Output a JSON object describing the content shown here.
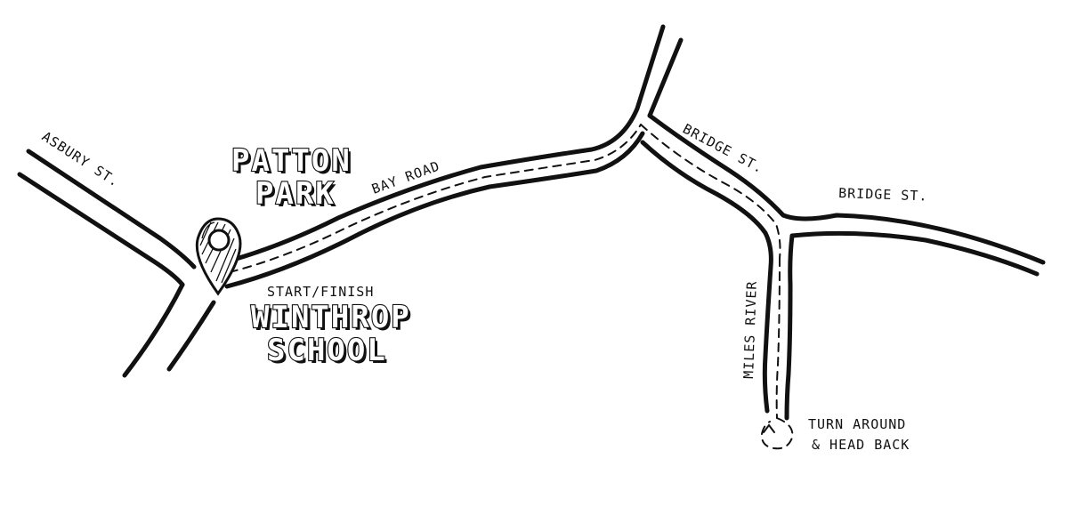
{
  "map": {
    "streets": {
      "asbury": "ASBURY ST.",
      "bay_road": "BAY ROAD",
      "bridge_upper": "BRIDGE ST.",
      "bridge_right": "BRIDGE ST.",
      "miles_river": "MILES RIVER"
    },
    "landmarks": {
      "park_line1": "PATTON",
      "park_line2": "PARK",
      "school_line1": "WINTHROP",
      "school_line2": "SCHOOL"
    },
    "notes": {
      "start_finish": "START/FINISH",
      "turn_line1": "TURN AROUND",
      "turn_line2": "& HEAD BACK"
    },
    "icons": {
      "start_marker": "map-pin-icon",
      "turnaround_marker": "turnaround-loop-icon"
    },
    "colors": {
      "ink": "#111111",
      "background": "#ffffff"
    }
  }
}
